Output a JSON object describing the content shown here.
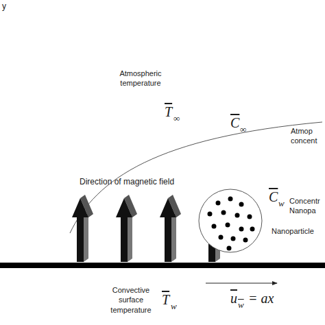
{
  "diagram": {
    "labels": [
      "y",
      "Atmospheric temperature",
      "T",
      "∞",
      "C",
      "∞",
      "Atmop concent",
      "Direction of magnetic field",
      "C",
      "w",
      "Concentr Nanopa",
      "Nanoparticle",
      "Convective surface temperature",
      "T",
      "w",
      "u",
      "w",
      "= ax"
    ]
  }
}
